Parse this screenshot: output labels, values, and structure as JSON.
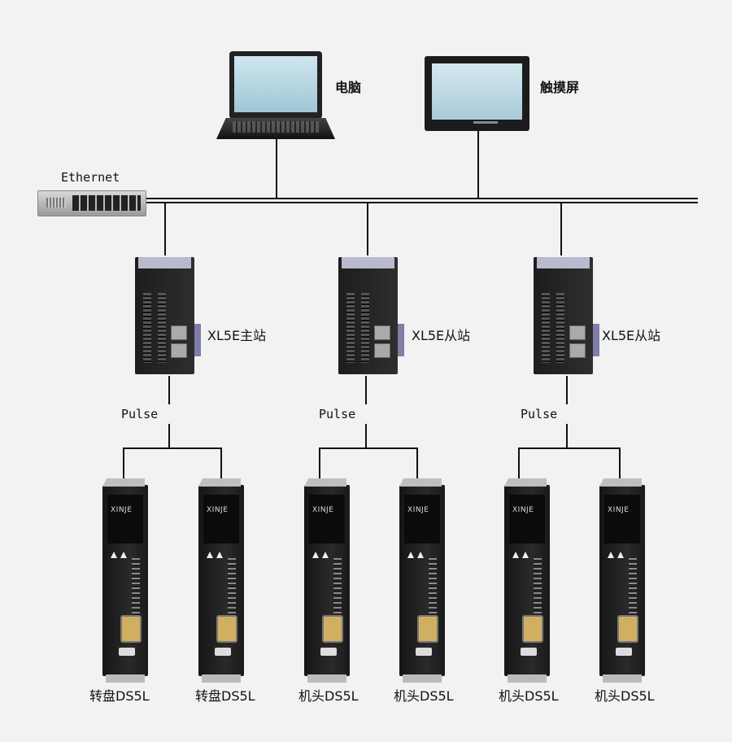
{
  "labels": {
    "computer": "电脑",
    "touchscreen": "触摸屏",
    "ethernet": "Ethernet",
    "plc_master": "XL5E主站",
    "plc_slave_1": "XL5E从站",
    "plc_slave_2": "XL5E从站",
    "pulse_1": "Pulse",
    "pulse_2": "Pulse",
    "pulse_3": "Pulse"
  },
  "drives": [
    {
      "label": "转盘DS5L",
      "brand": "XINJE"
    },
    {
      "label": "转盘DS5L",
      "brand": "XINJE"
    },
    {
      "label": "机头DS5L",
      "brand": "XINJE"
    },
    {
      "label": "机头DS5L",
      "brand": "XINJE"
    },
    {
      "label": "机头DS5L",
      "brand": "XINJE"
    },
    {
      "label": "机头DS5L",
      "brand": "XINJE"
    }
  ],
  "colors": {
    "background": "#f2f2f2",
    "line": "#111111",
    "device_body": "#1f1f1f",
    "screen": "#b8d8e4"
  }
}
